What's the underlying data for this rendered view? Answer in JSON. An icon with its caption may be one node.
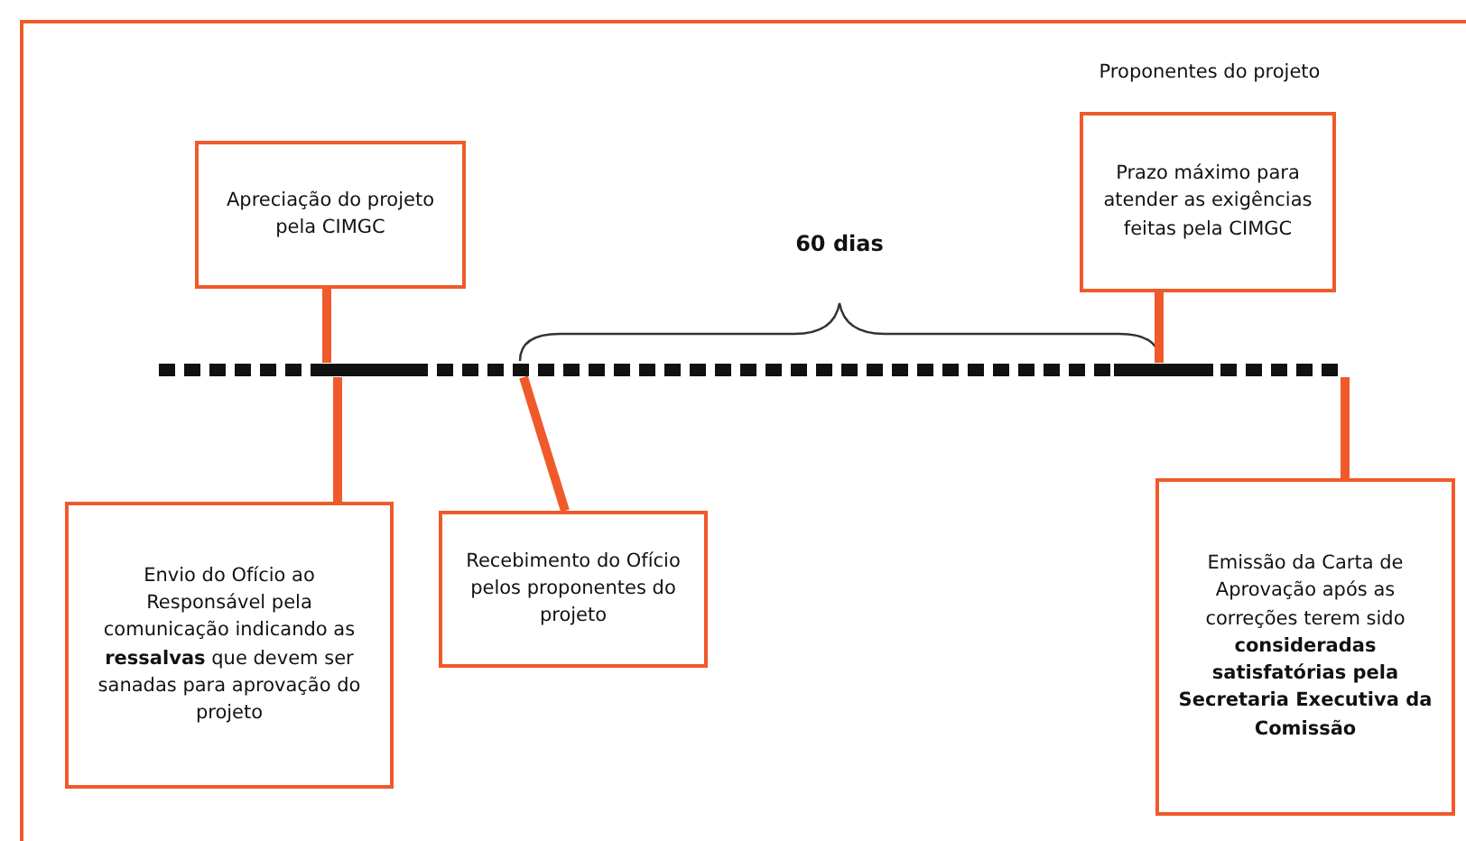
{
  "diagram": {
    "nodes": [
      {
        "text": [
          "Apreciação do projeto pela CIMGC"
        ]
      },
      {
        "text": [
          "Prazo máximo para atender as exigências feitas pela CIMGC"
        ],
        "beside": [
          "Proponentes do projeto"
        ]
      },
      {
        "text": [
          "Envio do Ofício ao Responsável pela comunicação indicando as **ressalvas** que devem ser sanadas para aprovação do projeto"
        ]
      },
      {
        "text": [
          "Recebimento do Ofício pelos proponentes do projeto"
        ]
      },
      {
        "text": [
          "Emissão da Carta de Aprovação após as correções terem sido **consideradas satisfatórias pela Secretaria Executiva da Comissão**"
        ]
      },
      {
        "text": [],
        "shape": "bar"
      }
    ],
    "edges": [
      {
        "from": 0,
        "to": 5,
        "arrow": "none"
      },
      {
        "from": 1,
        "to": 5,
        "arrow": "none"
      },
      {
        "from": 2,
        "to": 5,
        "arrow": "none"
      },
      {
        "from": 3,
        "to": 5,
        "arrow": "none"
      },
      {
        "from": 4,
        "to": 5,
        "arrow": "none"
      }
    ],
    "labels": [
      "60 dias"
    ]
  }
}
